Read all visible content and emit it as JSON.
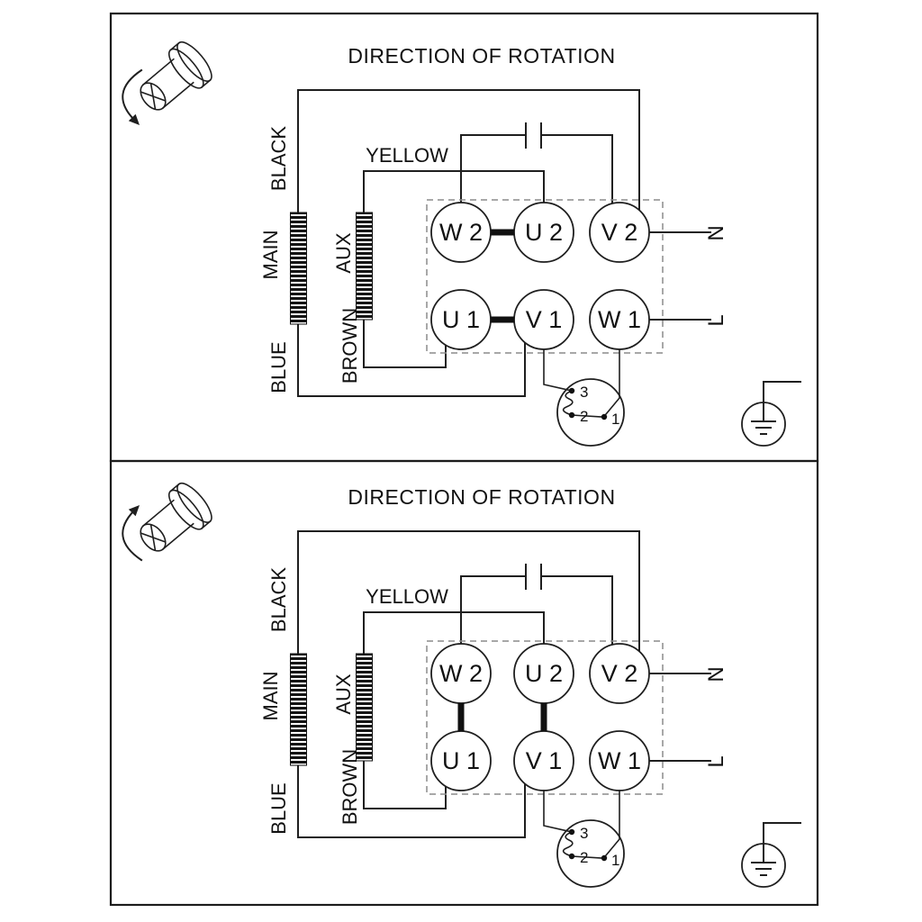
{
  "diagram": {
    "panels": [
      {
        "title": "DIRECTION OF ROTATION",
        "winding_labels": {
          "black": "BLACK",
          "main": "MAIN",
          "blue": "BLUE",
          "aux": "AUX",
          "brown": "BROWN",
          "yellow": "YELLOW"
        },
        "supply_labels": {
          "neutral": "N",
          "line": "L"
        },
        "terminals": {
          "w2": "W 2",
          "u2": "U 2",
          "v2": "V 2",
          "u1": "U 1",
          "v1": "V 1",
          "w1": "W 1"
        },
        "switch_contacts": {
          "c3": "3",
          "c2": "2",
          "c1": "1"
        },
        "link_bars": [
          "W2-U2",
          "U1-V1"
        ],
        "motor_arrow_direction": "head-down"
      },
      {
        "title": "DIRECTION OF ROTATION",
        "winding_labels": {
          "black": "BLACK",
          "main": "MAIN",
          "blue": "BLUE",
          "aux": "AUX",
          "brown": "BROWN",
          "yellow": "YELLOW"
        },
        "supply_labels": {
          "neutral": "N",
          "line": "L"
        },
        "terminals": {
          "w2": "W 2",
          "u2": "U 2",
          "v2": "V 2",
          "u1": "U 1",
          "v1": "V 1",
          "w1": "W 1"
        },
        "switch_contacts": {
          "c3": "3",
          "c2": "2",
          "c1": "1"
        },
        "link_bars": [
          "W2-U1",
          "U2-V1"
        ],
        "motor_arrow_direction": "head-up"
      }
    ]
  }
}
